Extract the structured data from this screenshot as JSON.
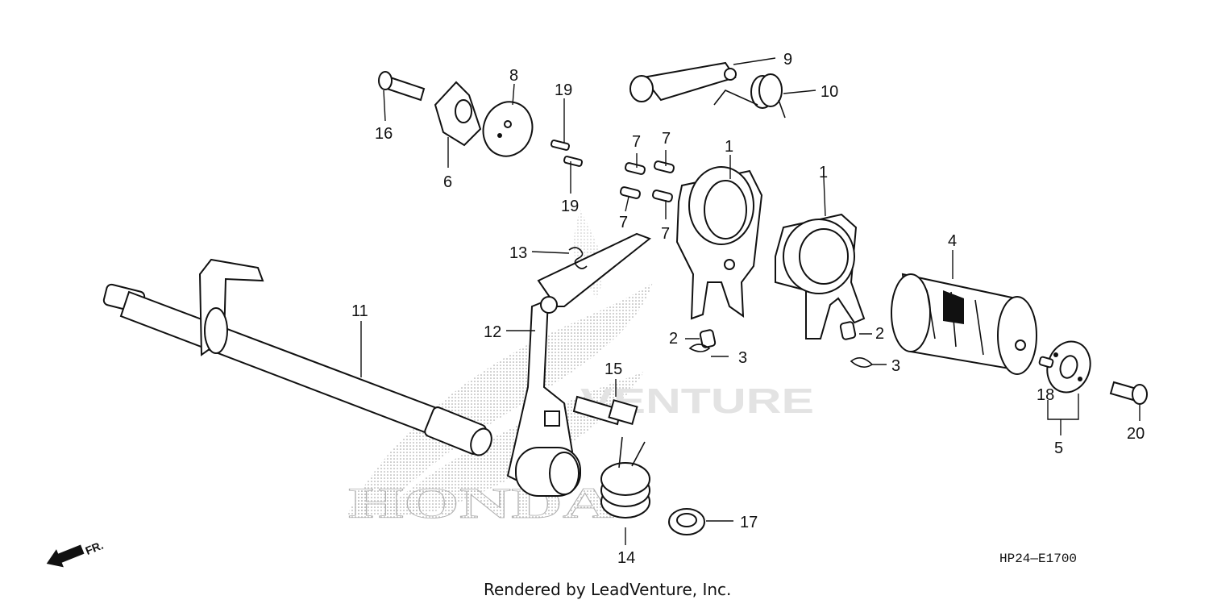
{
  "watermark": {
    "brand": "HONDA",
    "dealer": "VENTURE"
  },
  "diagram_code": "HP24—E1700",
  "credit": "Rendered by LeadVenture, Inc.",
  "direction": {
    "label": "FR."
  },
  "callouts": {
    "c1a": "1",
    "c1b": "1",
    "c2a": "2",
    "c2b": "2",
    "c3a": "3",
    "c3b": "3",
    "c4": "4",
    "c5": "5",
    "c6": "6",
    "c7a": "7",
    "c7b": "7",
    "c7c": "7",
    "c7d": "7",
    "c8": "8",
    "c9": "9",
    "c10": "10",
    "c11": "11",
    "c12": "12",
    "c13": "13",
    "c14": "14",
    "c15": "15",
    "c16": "16",
    "c17": "17",
    "c18": "18",
    "c19a": "19",
    "c19b": "19",
    "c20": "20"
  }
}
